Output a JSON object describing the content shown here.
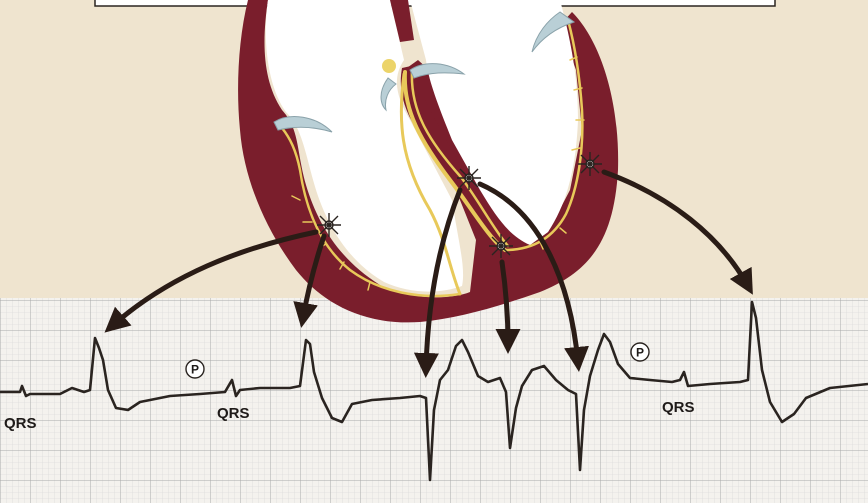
{
  "labels": {
    "qrs_left": "QRS",
    "qrs_middle": "QRS",
    "qrs_right": "QRS",
    "p_left": "P",
    "p_right": "P"
  },
  "colors": {
    "background": "#efe4cf",
    "heart_muscle": "#7a1e2c",
    "conduction": "#e8c95a",
    "chamber": "#ffffff",
    "grid_major": "#a8a8a8",
    "grid_minor": "#cfcfcf",
    "ecg_paper": "#f4f2ee",
    "trace": "#2a2420",
    "arrow": "#2a1c16"
  }
}
